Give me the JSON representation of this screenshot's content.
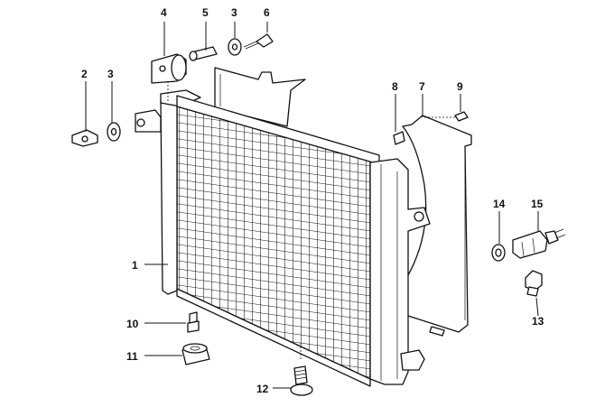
{
  "diagram": {
    "callouts": {
      "c1": "1",
      "c2": "2",
      "c3a": "3",
      "c3b": "3",
      "c4": "4",
      "c5": "5",
      "c6": "6",
      "c7": "7",
      "c8": "8",
      "c9": "9",
      "c10": "10",
      "c11": "11",
      "c12": "12",
      "c13": "13",
      "c14": "14",
      "c15": "15"
    }
  }
}
